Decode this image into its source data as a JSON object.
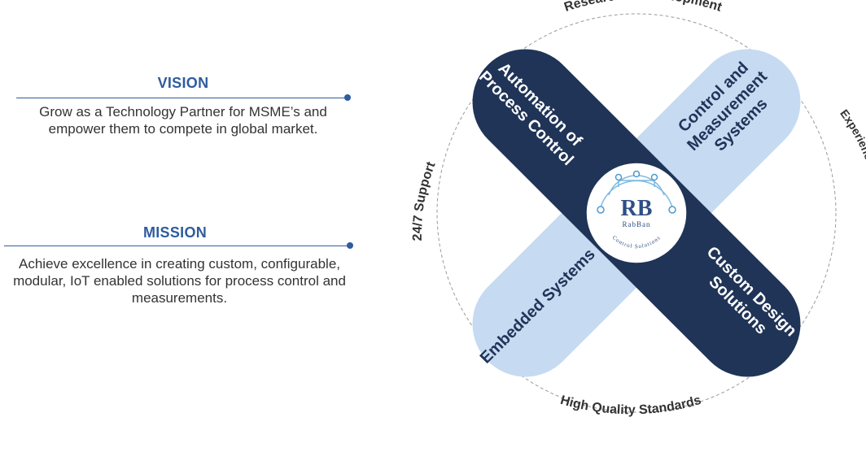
{
  "vision": {
    "title": "VISION",
    "text": "Grow as a Technology Partner for MSME’s and empower them to compete in global market."
  },
  "mission": {
    "title": "MISSION",
    "text": "Achieve excellence in creating custom, configurable, modular, IoT enabled solutions for process control and measurements."
  },
  "diagram": {
    "colors": {
      "dark": "#1f3457",
      "light": "#c6daf2",
      "ring": "#9a9a9a",
      "text_dark": "#333333"
    },
    "ring_labels": {
      "top": "Research & Development",
      "right": "Experience & Technical Knowhow",
      "bottom": "High Quality Standards",
      "left": "24/7 Support"
    },
    "bars": {
      "dark_top_line1": "Automation of",
      "dark_top_line2": "Process Control",
      "light_top_line1": "Control and",
      "light_top_line2": "Measurement",
      "light_top_line3": "Systems",
      "light_bottom": "Embedded Systems",
      "dark_bottom_line1": "Custom Design",
      "dark_bottom_line2": "Solutions"
    },
    "logo": {
      "initials": "RB",
      "name": "RabBan",
      "tagline": "Control Solutions"
    }
  }
}
